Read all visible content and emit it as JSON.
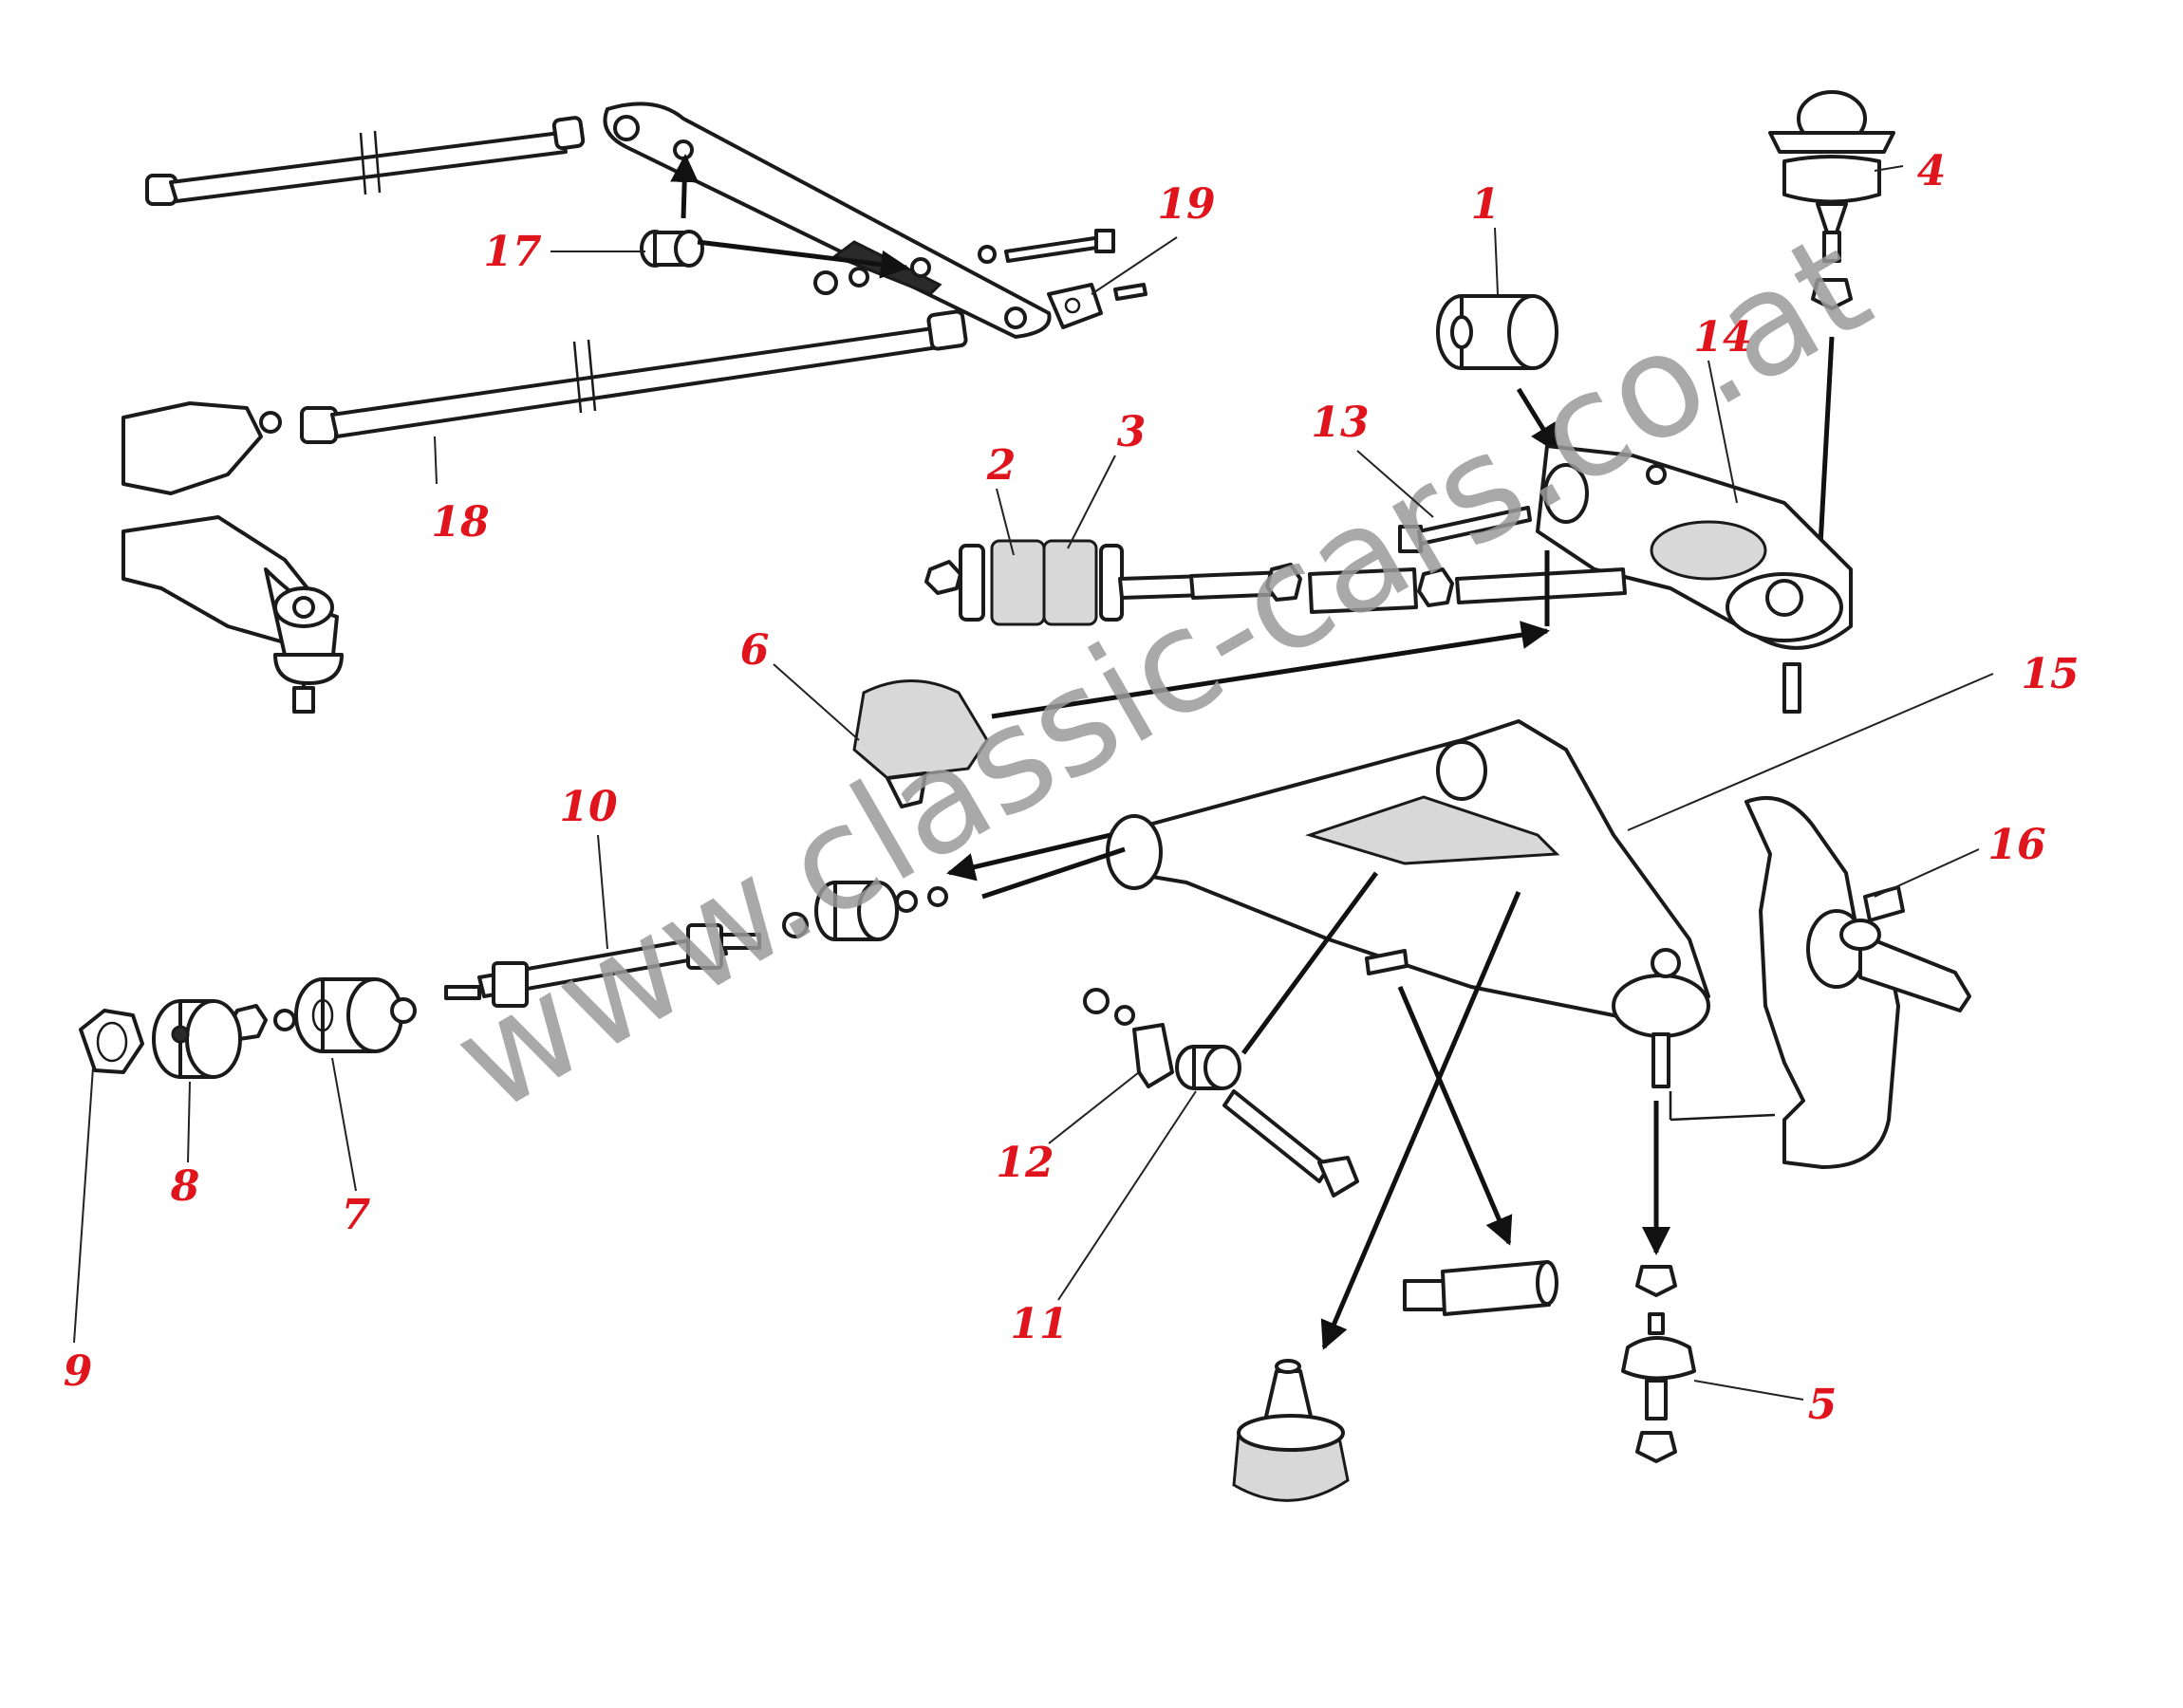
{
  "watermark": "www.classic-cars.co.at",
  "label_color": "#e0141c",
  "parts": [
    {
      "number": "1"
    },
    {
      "number": "2"
    },
    {
      "number": "3"
    },
    {
      "number": "4"
    },
    {
      "number": "5"
    },
    {
      "number": "6"
    },
    {
      "number": "7"
    },
    {
      "number": "8"
    },
    {
      "number": "9"
    },
    {
      "number": "10"
    },
    {
      "number": "11"
    },
    {
      "number": "12"
    },
    {
      "number": "13"
    },
    {
      "number": "14"
    },
    {
      "number": "15"
    },
    {
      "number": "16"
    },
    {
      "number": "17"
    },
    {
      "number": "18"
    },
    {
      "number": "19"
    }
  ]
}
